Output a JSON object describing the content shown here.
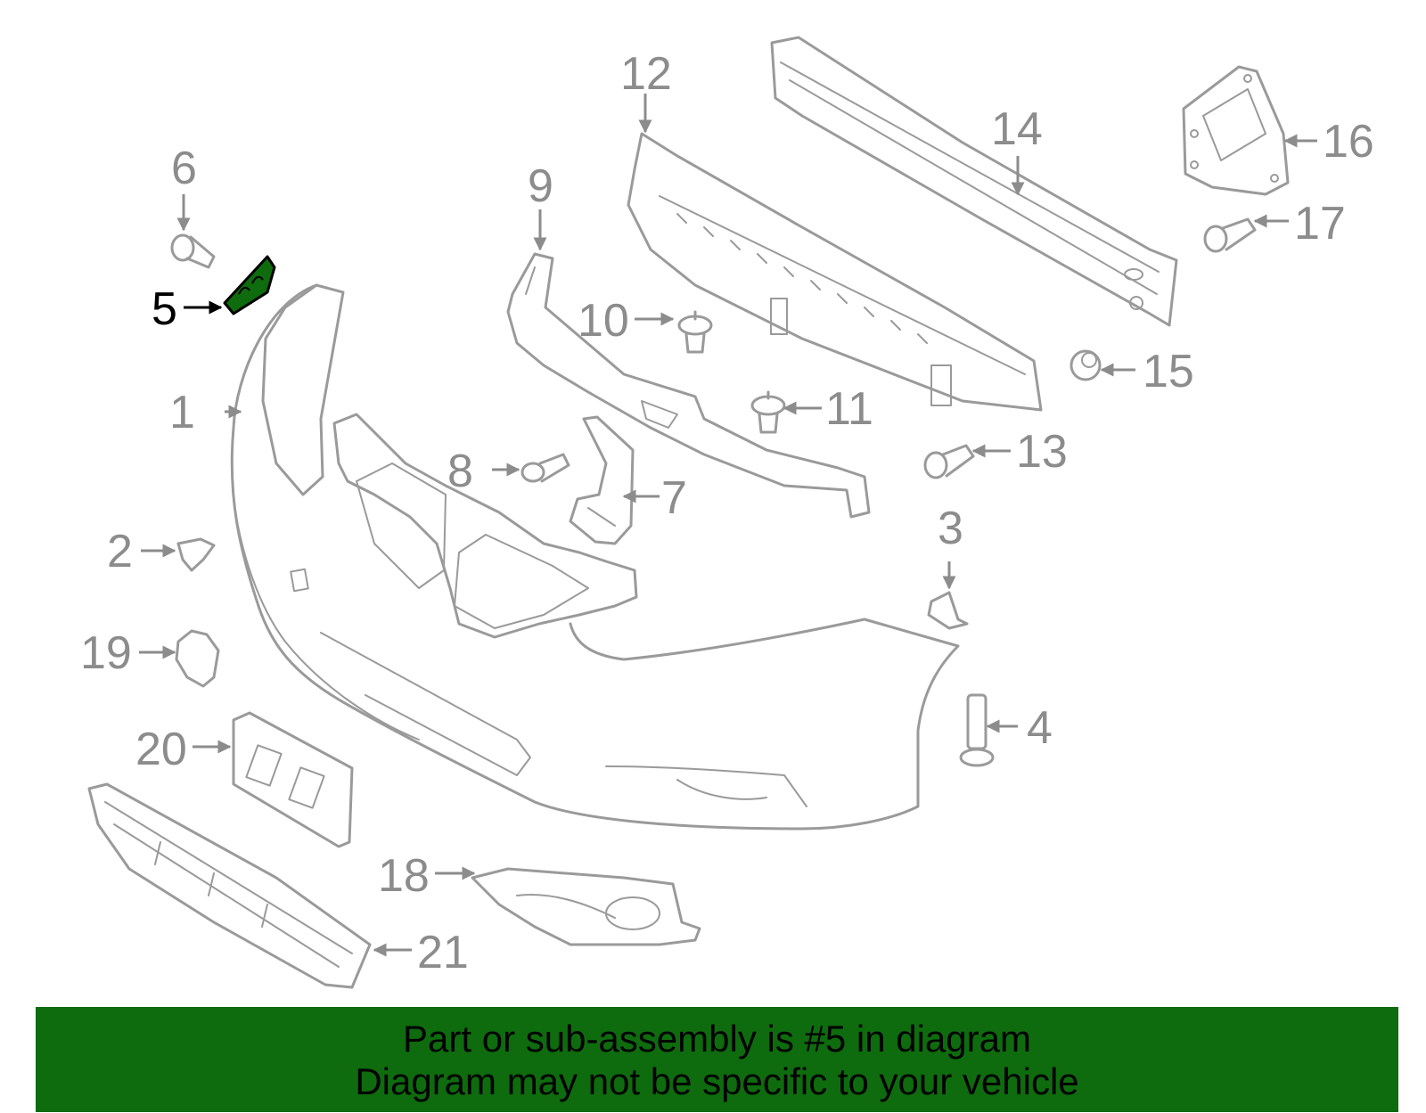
{
  "highlight_part": "5",
  "highlight_color": "#0e6b0e",
  "part_color": "#9a9a9a",
  "banner": {
    "line1": "Part or sub-assembly is #5 in diagram",
    "line2": "Diagram may not be specific to your vehicle",
    "color": "#0e6b0e"
  },
  "callouts": {
    "c1": "1",
    "c2": "2",
    "c3": "3",
    "c4": "4",
    "c5": "5",
    "c6": "6",
    "c7": "7",
    "c8": "8",
    "c9": "9",
    "c10": "10",
    "c11": "11",
    "c12": "12",
    "c13": "13",
    "c14": "14",
    "c15": "15",
    "c16": "16",
    "c17": "17",
    "c18": "18",
    "c19": "19",
    "c20": "20",
    "c21": "21"
  }
}
